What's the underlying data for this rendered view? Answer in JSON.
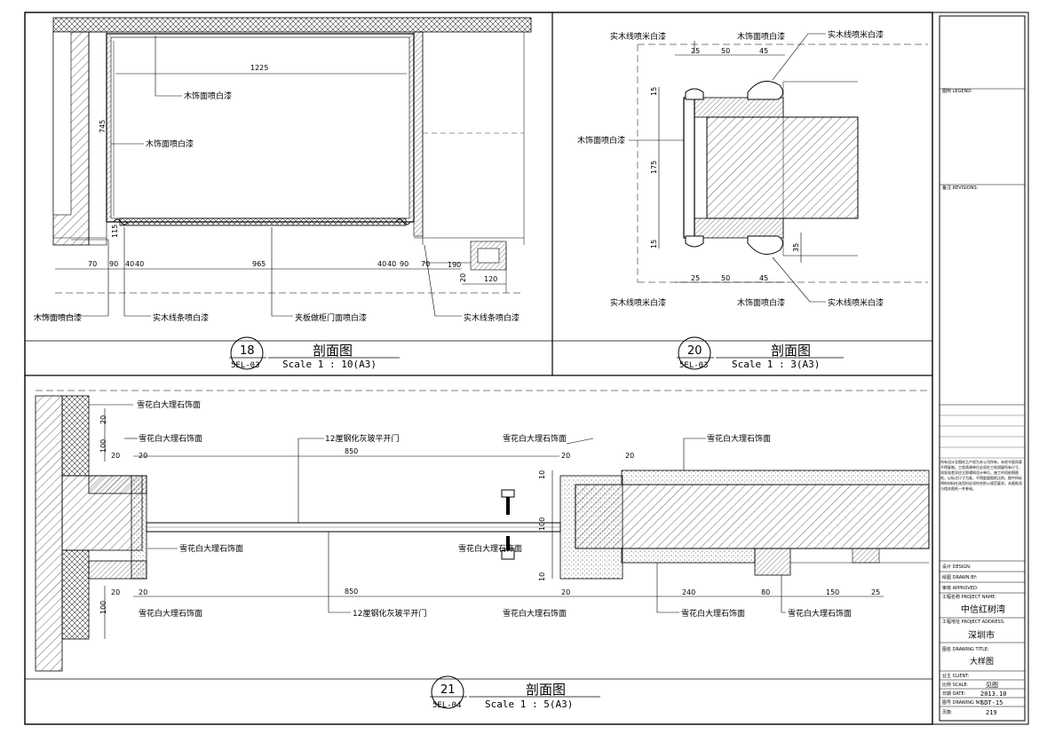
{
  "detail18": {
    "number": "18",
    "sheet_ref": "5EL-03",
    "title": "剖面图",
    "scale": "Scale 1 : 10(A3)",
    "dims": {
      "top": "1225",
      "side": "745",
      "small_115": "115",
      "bottom_965": "965",
      "d70a": "70",
      "d90a": "90",
      "d40a": "40",
      "d40b": "40",
      "d40c": "40",
      "d40d": "40",
      "d90b": "90",
      "d70b": "70",
      "d190": "190",
      "d20": "20",
      "d120": "120"
    },
    "labels": {
      "wood_top": "木饰面喷白漆",
      "wood_mid": "木饰面喷白漆",
      "wood_left": "木饰面喷白漆",
      "solid_mid": "实木线条喷白漆",
      "plywood": "夹板做柜门面喷白漆",
      "solid_right": "实木线条喷白漆"
    }
  },
  "detail20": {
    "number": "20",
    "sheet_ref": "5EL-03",
    "title": "剖面图",
    "scale": "Scale 1 : 3(A3)",
    "dims": {
      "t25": "25",
      "t50": "50",
      "t45": "45",
      "b25": "25",
      "b50": "50",
      "b45": "45",
      "v15a": "15",
      "v175": "175",
      "v15b": "15",
      "v35": "35"
    },
    "labels": {
      "top_left": "实木线喷米白漆",
      "top_mid": "木饰面喷白漆",
      "top_right": "实木线喷米白漆",
      "left": "木饰面喷白漆",
      "bot_left": "实木线喷米白漆",
      "bot_mid": "木饰面喷白漆",
      "bot_right": "实木线喷米白漆"
    }
  },
  "detail21": {
    "number": "21",
    "sheet_ref": "5EL-04",
    "title": "剖面图",
    "scale": "Scale 1 : 5(A3)",
    "dims": {
      "t850": "850",
      "b850": "850",
      "d20a": "20",
      "d100a": "100",
      "d20b": "20",
      "d20c": "20",
      "d20d": "20",
      "d100b": "100",
      "d20e": "20",
      "d20f": "20",
      "d20g": "20",
      "d20h": "20",
      "d240": "240",
      "d80": "80",
      "d150": "150",
      "d25": "25",
      "d10a": "10",
      "d100c": "100",
      "d10b": "10"
    },
    "labels": {
      "m1": "雪花白大理石饰面",
      "m2": "雪花白大理石饰面",
      "glass_top": "12厘钢化灰玻平开门",
      "m3": "雪花白大理石饰面",
      "m4": "雪花白大理石饰面",
      "m5": "雪花白大理石饰面",
      "m6": "雪花白大理石饰面",
      "m7": "雪花白大理石饰面",
      "glass_bot": "12厘钢化灰玻平开门",
      "m8": "雪花白大理石饰面",
      "m9": "雪花白大理石饰面",
      "m10": "雪花白大理石饰面"
    }
  },
  "titleblock": {
    "legend": "图例 LEGEND:",
    "revisions": "备注 REVISIONS:",
    "notes": "所有设计及图样之产权为本公司所有，未经书面同意不得复制。工程承建单位必须在工地测量所有尺寸，如发现差异应立即通知设计单位。施工时须依照图纸，以标注尺寸为准，不得度量图纸比例。图中所标明的材料在选用时必须符合防火规范要求。本图纸须与相关图纸一并参阅。",
    "design": "设计 DESIGN:",
    "drawn": "绘图 DRAWN BY:",
    "checked": "审核 APPROVED:",
    "project_name_label": "工程名称 PROJECT NAME:",
    "project_name": "中信红树湾",
    "address_label": "工程地址 PROJECT ADDRESS:",
    "address": "深圳市",
    "drawing_title_label": "图名 DRAWING TITLE:",
    "drawing_title": "大样图",
    "client_label": "业主 CLIENT:",
    "scale_label": "比例 SCALE:",
    "scale_value": "见图",
    "date_label": "日期 DATE:",
    "date_value": "2013.10",
    "drawing_no_label": "图号 DRAWING NO:",
    "drawing_no": "SDT-15",
    "page_label": "页数:",
    "page_value": "219"
  }
}
